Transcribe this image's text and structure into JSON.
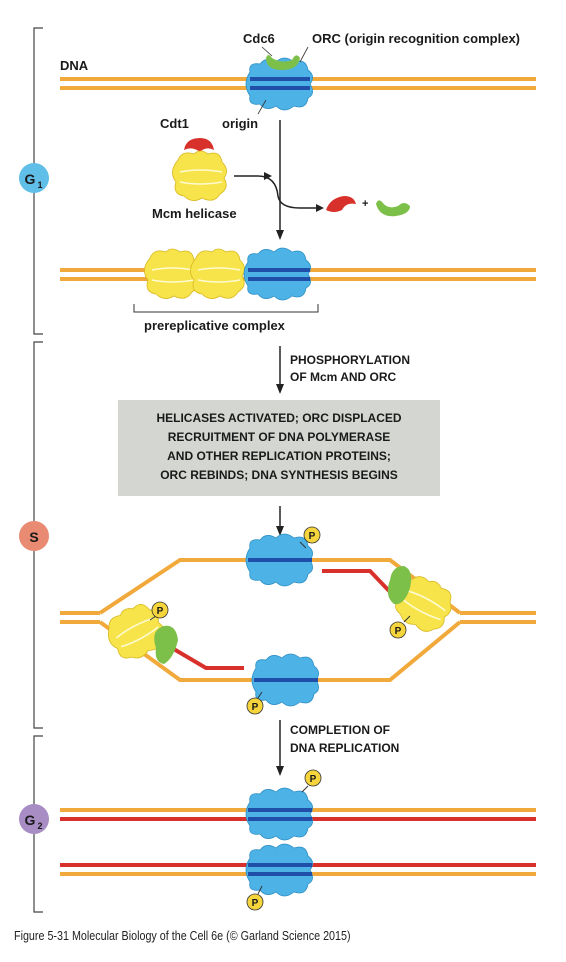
{
  "labels": {
    "dna": "DNA",
    "cdc6": "Cdc6",
    "orc": "ORC (origin recognition complex)",
    "cdt1": "Cdt1",
    "origin": "origin",
    "mcm_helicase": "Mcm helicase",
    "plus": "+",
    "prereplicative_complex": "prereplicative complex",
    "phosphorylation_line1": "PHOSPHORYLATION",
    "phosphorylation_line2": "OF Mcm AND ORC",
    "box_line1": "HELICASES ACTIVATED; ORC DISPLACED",
    "box_line2": "RECRUITMENT OF DNA POLYMERASE",
    "box_line3": "AND OTHER REPLICATION PROTEINS;",
    "box_line4": "ORC REBINDS; DNA SYNTHESIS BEGINS",
    "completion_line1": "COMPLETION OF",
    "completion_line2": "DNA REPLICATION",
    "phosphate": "P"
  },
  "phases": {
    "g1": {
      "letter": "G",
      "sub": "1"
    },
    "s": {
      "letter": "S",
      "sub": ""
    },
    "g2": {
      "letter": "G",
      "sub": "2"
    }
  },
  "caption": "Figure 5-31  Molecular Biology of the Cell 6e (© Garland Science 2015)",
  "colors": {
    "dna": "#f2a93b",
    "new_strand": "#d8312b",
    "orc_blue": "#4db3e6",
    "orc_dark": "#1f4fa8",
    "mcm_yellow": "#f7e34a",
    "cdt1_red": "#d8312b",
    "cdc6_green": "#7cc04a",
    "phosphate_fill": "#f5d43c",
    "box_gray": "#d3d6d1",
    "g1_circle": "#5fbfe8",
    "s_circle": "#e98a72",
    "g2_circle": "#a88cc4"
  }
}
